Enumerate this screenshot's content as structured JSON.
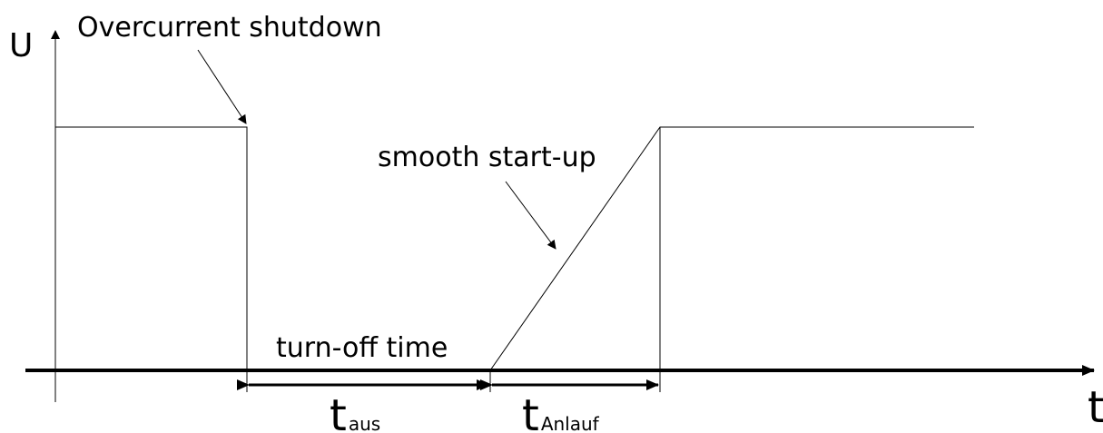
{
  "axes": {
    "y_label": "U",
    "x_label": "t"
  },
  "annotations": {
    "overcurrent": "Overcurrent shutdown",
    "smooth_startup": "smooth start-up",
    "turn_off_time": "turn-off time"
  },
  "intervals": {
    "t_aus": {
      "main": "t",
      "sub": "aus"
    },
    "t_anlauf": {
      "main": "t",
      "sub": "Anlauf"
    }
  }
}
